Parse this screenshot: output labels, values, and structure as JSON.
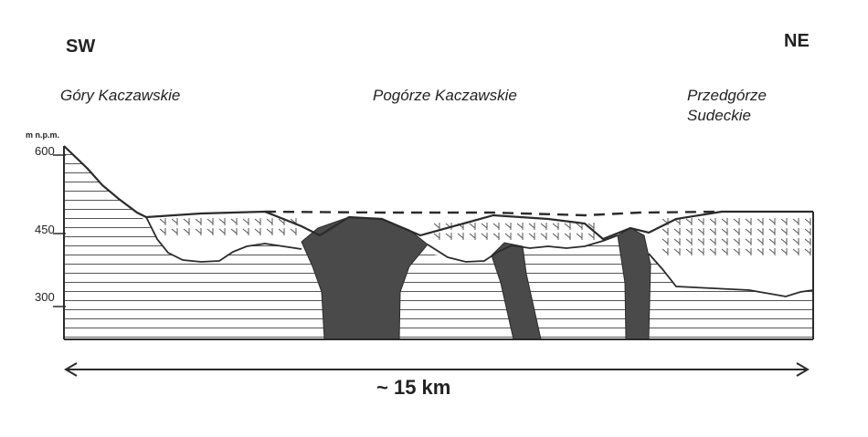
{
  "directions": {
    "left": "SW",
    "right": "NE"
  },
  "regions": [
    {
      "name": "Góry Kaczawskie"
    },
    {
      "name": "Pogórze Kaczawskie"
    },
    {
      "name": "Przedgórze",
      "name2": "Sudeckie"
    }
  ],
  "elevation_axis": {
    "unit": "m n.p.m.",
    "ticks": [
      "600",
      "450",
      "300"
    ]
  },
  "distance": {
    "label": "~ 15 km"
  },
  "colors": {
    "ink": "#2b2b2b",
    "intrusion_fill": "#4a4a4a",
    "hatch": "#555555",
    "background": "#ffffff"
  }
}
